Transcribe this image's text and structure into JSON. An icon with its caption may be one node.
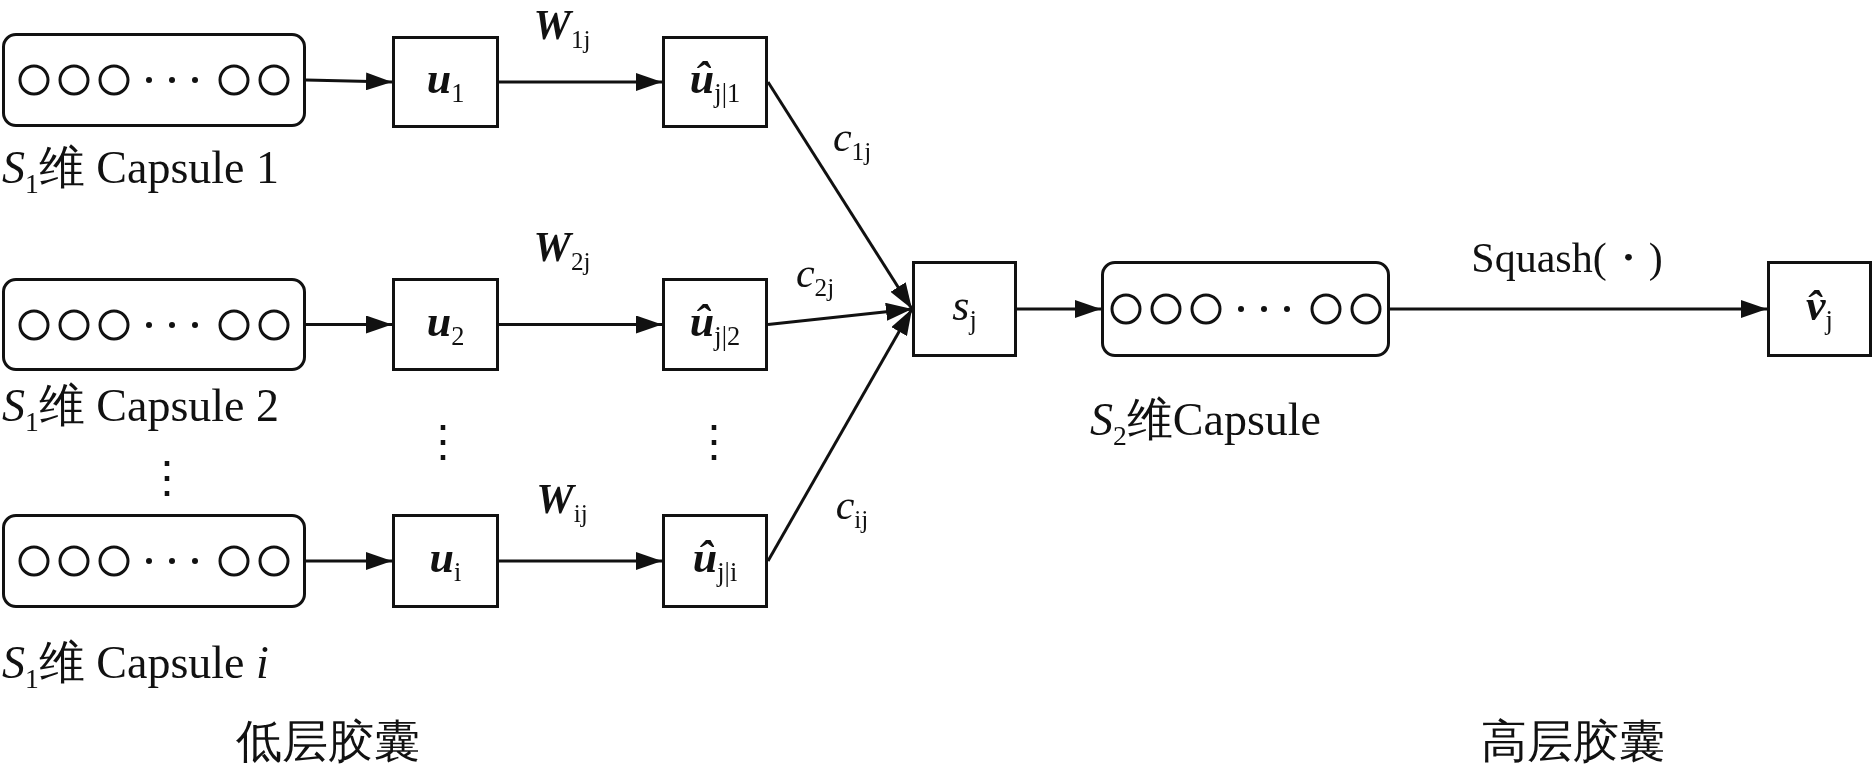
{
  "diagram": {
    "nodes": [
      {
        "text": [],
        "shape": "box",
        "beside": [
          "*S*$_{1}$维 Capsule 1"
        ]
      },
      {
        "text": [
          "**u**$_{1}$"
        ]
      },
      {
        "text": [
          "**û**$_{j|1}$"
        ]
      },
      {
        "text": [],
        "shape": "box",
        "beside": [
          "*S*$_{1}$维 Capsule 2"
        ]
      },
      {
        "text": [
          "**u**$_{2}$"
        ]
      },
      {
        "text": [
          "**û**$_{j|2}$"
        ]
      },
      {
        "text": [],
        "shape": "box",
        "beside": [
          "*S*$_{1}$维 Capsule *i*"
        ]
      },
      {
        "text": [
          "**u**$_{i}$"
        ]
      },
      {
        "text": [
          "**û**$_{j|i}$"
        ]
      },
      {
        "text": [
          "*s*$_{j}$"
        ]
      },
      {
        "text": [],
        "shape": "box",
        "beside": [
          "*S*$_{2}$维Capsule"
        ]
      },
      {
        "text": [
          "**v̂**$_{j}$"
        ]
      }
    ],
    "edges": [
      {
        "from": 0,
        "to": 1,
        "arrow": "to"
      },
      {
        "from": 1,
        "to": 2,
        "arrow": "to",
        "label": "**W**$_{1j}$"
      },
      {
        "from": 3,
        "to": 4,
        "arrow": "to"
      },
      {
        "from": 4,
        "to": 5,
        "arrow": "to",
        "label": "**W**$_{2j}$"
      },
      {
        "from": 6,
        "to": 7,
        "arrow": "to"
      },
      {
        "from": 7,
        "to": 8,
        "arrow": "to",
        "label": "**W**$_{ij}$"
      },
      {
        "from": 2,
        "to": 9,
        "arrow": "to",
        "label": "*c*$_{1j}$"
      },
      {
        "from": 5,
        "to": 9,
        "arrow": "to",
        "label": "*c*$_{2j}$"
      },
      {
        "from": 8,
        "to": 9,
        "arrow": "to",
        "label": "*c*$_{ij}$"
      },
      {
        "from": 9,
        "to": 10,
        "arrow": "to"
      },
      {
        "from": 10,
        "to": 11,
        "arrow": "to",
        "label": "Squash(・)"
      }
    ],
    "labels": [
      "⋮",
      "⋮",
      "⋮",
      "低层胶囊",
      "高层胶囊"
    ]
  }
}
